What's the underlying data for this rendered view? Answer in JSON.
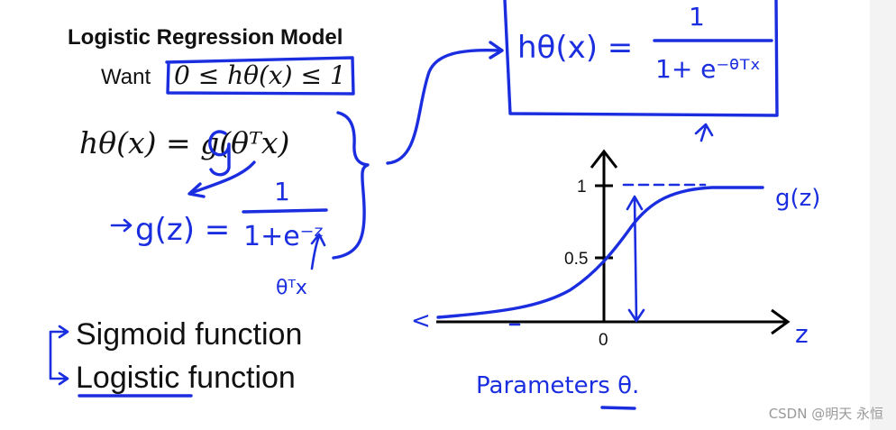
{
  "slide": {
    "title": "Logistic Regression Model",
    "want_label": "Want",
    "want_expr": "0 ≤ hθ(x) ≤ 1",
    "hypothesis": "hθ(x) = g(θᵀx)",
    "g_lhs": "g(z) =",
    "numerator": "1",
    "g_denominator": "1+e⁻ᶻ",
    "z_note": "θᵀx",
    "sigmoid_label": "Sigmoid function",
    "logistic_label": "Logistic function",
    "box_lhs": "hθ(x) =",
    "box_denominator": "1+ e⁻ᶿᵀˣ",
    "parameters_label": "Parameters θ."
  },
  "plot": {
    "y_ticks": [
      "1",
      "0.5"
    ],
    "x_tick": "0",
    "x_axis_label": "z",
    "curve_label": "g(z)",
    "left_marker": "<"
  },
  "watermark": "CSDN @明天 永恒",
  "colors": {
    "ink": "#1a2ee0",
    "text": "#111111",
    "watermark": "#9a9a9a"
  }
}
